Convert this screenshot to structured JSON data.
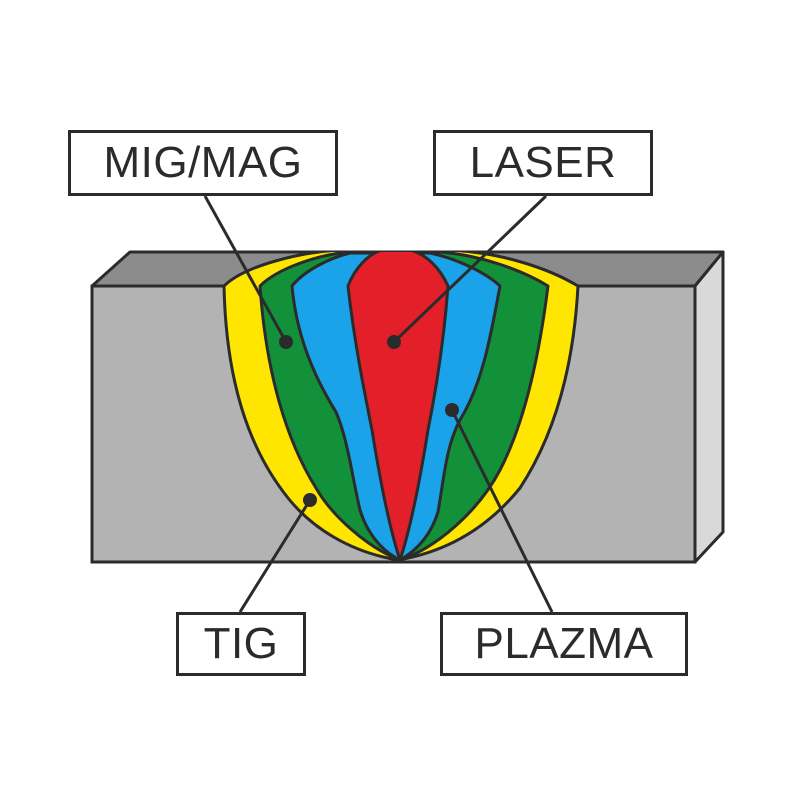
{
  "labels": {
    "mig_mag": "MIG/MAG",
    "laser": "LASER",
    "tig": "TIG",
    "plazma": "PLAZMA"
  },
  "colors": {
    "block_front": "#b3b3b3",
    "block_top": "#8c8c8c",
    "block_side": "#d9d9d9",
    "outline": "#2b2b2b",
    "tig": "#ffe600",
    "mig_mag": "#12913a",
    "plazma": "#1aa3e8",
    "laser": "#e3202a"
  }
}
